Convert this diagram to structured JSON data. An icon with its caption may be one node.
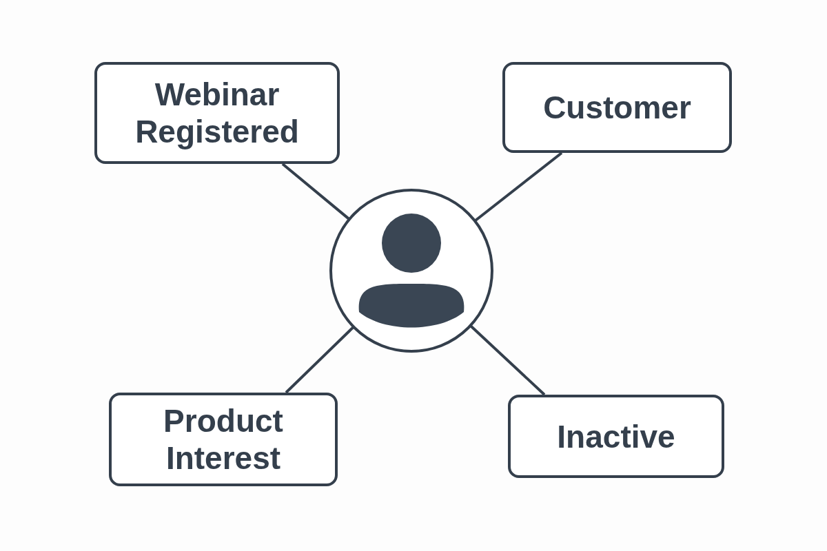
{
  "diagram": {
    "nodes": [
      {
        "text": [
          "Webinar Registered"
        ]
      },
      {
        "text": [
          "Customer"
        ]
      },
      {
        "text": [],
        "shape": "person"
      },
      {
        "text": [
          "Product Interest"
        ]
      },
      {
        "text": [
          "Inactive"
        ]
      }
    ],
    "edges": [
      {
        "from": 2,
        "to": 0,
        "arrow": "none"
      },
      {
        "from": 2,
        "to": 1,
        "arrow": "none"
      },
      {
        "from": 2,
        "to": 3,
        "arrow": "none"
      },
      {
        "from": 2,
        "to": 4,
        "arrow": "none"
      }
    ]
  }
}
